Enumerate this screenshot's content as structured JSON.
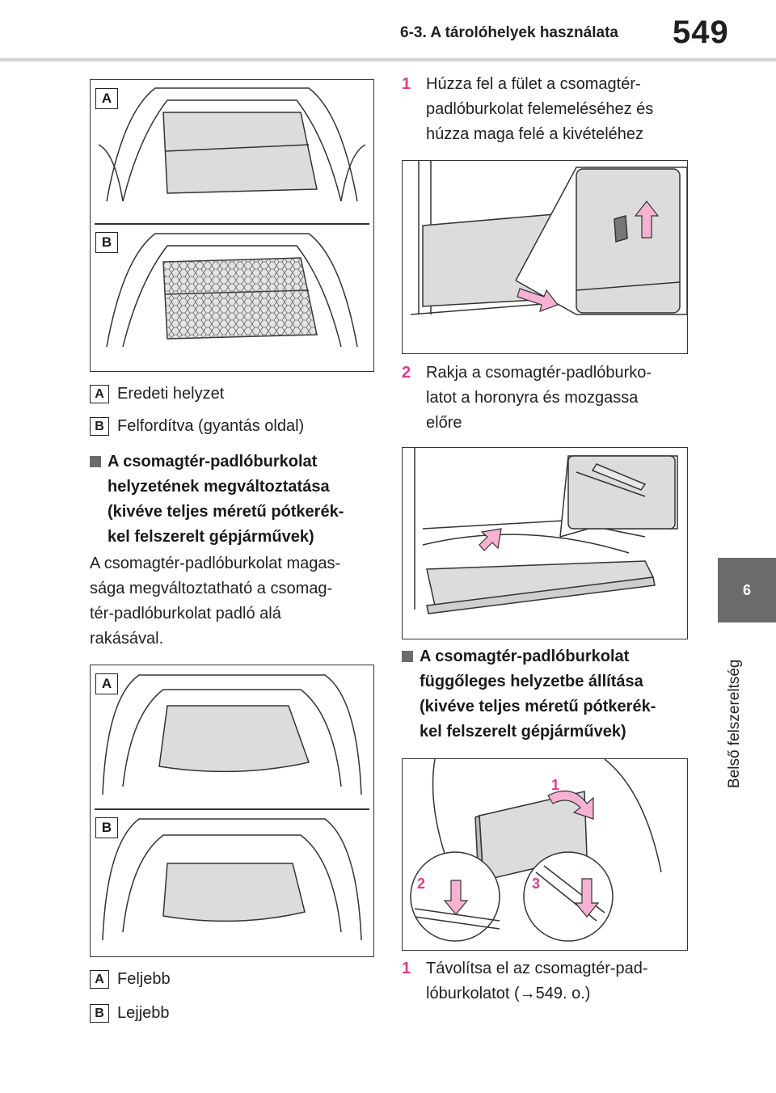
{
  "header": {
    "section_title": "6-3. A tárolóhelyek használata",
    "page_number": "549"
  },
  "side_tab": {
    "chapter_number": "6",
    "chapter_label": "Belső felszereltség"
  },
  "left": {
    "figure1_badges": [
      "A",
      "B"
    ],
    "legend1": [
      {
        "badge": "A",
        "text": "Eredeti helyzet"
      },
      {
        "badge": "B",
        "text": "Felfordítva (gyantás oldal)"
      }
    ],
    "heading": [
      "A csomagtér-padlóburkolat",
      "helyzetének megváltoztatása",
      "(kivéve teljes méretű pótkerék-",
      "kel felszerelt gépjárművek)"
    ],
    "paragraph": [
      "A csomagtér-padlóburkolat magas-",
      "sága megváltoztatható a csomag-",
      "tér-padlóburkolat padló alá",
      "rakásával."
    ],
    "figure2_badges": [
      "A",
      "B"
    ],
    "legend2": [
      {
        "badge": "A",
        "text": "Feljebb"
      },
      {
        "badge": "B",
        "text": "Lejjebb"
      }
    ]
  },
  "right": {
    "step1": {
      "num": "1",
      "lines": [
        "Húzza fel a fület a csomagtér-",
        "padlóburkolat felemeléséhez és",
        "húzza maga felé a kivételéhez"
      ]
    },
    "step2": {
      "num": "2",
      "lines": [
        "Rakja a csomagtér-padlóburko-",
        "latot a horonyra és mozgassa",
        "előre"
      ]
    },
    "heading": [
      "A csomagtér-padlóburkolat",
      "függőleges helyzetbe állítása",
      "(kivéve teljes méretű pótkerék-",
      "kel felszerelt gépjárművek)"
    ],
    "figure5_callouts": [
      "1",
      "2",
      "3"
    ],
    "step3": {
      "num": "1",
      "lines": [
        "Távolítsa el az csomagtér-pad-",
        "lóburkolatot (→549. o.)"
      ]
    }
  },
  "colors": {
    "accent_pink": "#e03a8a",
    "tab_gray": "#6b6b6b",
    "panel_fill": "#dcdcdc"
  }
}
